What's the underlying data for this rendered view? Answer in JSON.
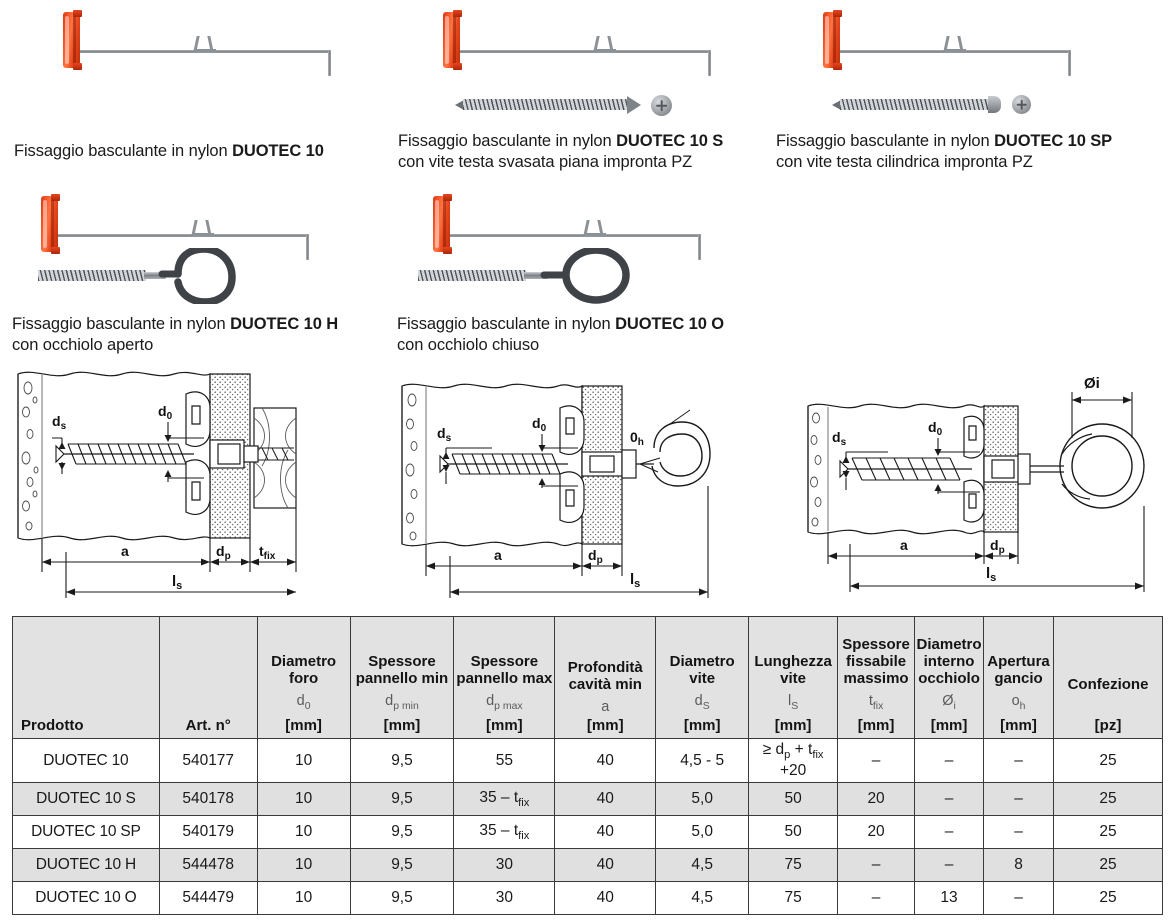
{
  "products": [
    {
      "id": "duotec-10",
      "caption_lines": [
        {
          "normal": "Fissaggio basculante in nylon ",
          "bold": "DUOTEC 10"
        }
      ],
      "photo": "toggle-anchor",
      "accessory": "none"
    },
    {
      "id": "duotec-10-s",
      "caption_lines": [
        {
          "normal": "Fissaggio basculante in nylon ",
          "bold": "DUOTEC 10 S"
        },
        {
          "normal": "con vite testa svasata piana impronta PZ",
          "bold": ""
        }
      ],
      "photo": "toggle-anchor",
      "accessory": "countersunk-screw"
    },
    {
      "id": "duotec-10-sp",
      "caption_lines": [
        {
          "normal": "Fissaggio basculante in nylon ",
          "bold": "DUOTEC 10 SP"
        },
        {
          "normal": "con vite testa cilindrica impronta PZ",
          "bold": ""
        }
      ],
      "photo": "toggle-anchor",
      "accessory": "pan-head-screw"
    },
    {
      "id": "duotec-10-h",
      "caption_lines": [
        {
          "normal": "Fissaggio basculante in nylon ",
          "bold": "DUOTEC 10 H"
        },
        {
          "normal": "con occhiolo aperto",
          "bold": ""
        }
      ],
      "photo": "toggle-anchor",
      "accessory": "open-hook"
    },
    {
      "id": "duotec-10-o",
      "caption_lines": [
        {
          "normal": "Fissaggio basculante in nylon ",
          "bold": "DUOTEC 10 O"
        },
        {
          "normal": "con occhiolo chiuso",
          "bold": ""
        }
      ],
      "photo": "toggle-anchor",
      "accessory": "closed-eyelet"
    }
  ],
  "captions": {
    "c1_l1_a": "Fissaggio basculante in nylon ",
    "c1_l1_b": "DUOTEC 10",
    "c2_l1_a": "Fissaggio basculante in nylon ",
    "c2_l1_b": "DUOTEC 10 S",
    "c2_l2": "con vite testa svasata piana impronta PZ",
    "c3_l1_a": "Fissaggio basculante in nylon ",
    "c3_l1_b": "DUOTEC 10 SP",
    "c3_l2": "con vite testa cilindrica impronta PZ",
    "c4_l1_a": "Fissaggio basculante in nylon ",
    "c4_l1_b": "DUOTEC 10 H",
    "c4_l2": "con occhiolo aperto",
    "c5_l1_a": "Fissaggio basculante in nylon ",
    "c5_l1_b": "DUOTEC 10 O",
    "c5_l2": "con occhiolo chiuso"
  },
  "diagrams": [
    {
      "id": "diagram-standard",
      "labels": [
        "d s",
        "d 0",
        "a",
        "d p",
        "t fix",
        "l s"
      ],
      "description": "sezione pannello con vite e tassello basculante e materiale da fissare"
    },
    {
      "id": "diagram-hook",
      "labels": [
        "d s",
        "d 0",
        "0 h",
        "a",
        "d p",
        "l s"
      ],
      "description": "sezione pannello con occhiolo aperto"
    },
    {
      "id": "diagram-eyelet",
      "labels": [
        "d s",
        "d 0",
        "Øi",
        "a",
        "d p",
        "l s"
      ],
      "description": "sezione pannello con occhiolo chiuso"
    }
  ],
  "table": {
    "columns": [
      {
        "title": "",
        "symbol": "",
        "unit": "Prodotto"
      },
      {
        "title": "",
        "symbol": "",
        "unit": "Art. n°"
      },
      {
        "title": "Diametro\nforo",
        "symbol": "d0",
        "unit": "[mm]"
      },
      {
        "title": "Spessore\npannello min",
        "symbol": "dp min",
        "unit": "[mm]"
      },
      {
        "title": "Spessore\npannello max",
        "symbol": "dp max",
        "unit": "[mm]"
      },
      {
        "title": "Profondità\ncavità min",
        "symbol": "a",
        "unit": "[mm]"
      },
      {
        "title": "Diametro\nvite",
        "symbol": "dS",
        "unit": "[mm]"
      },
      {
        "title": "Lunghezza\nvite",
        "symbol": "lS",
        "unit": "[mm]"
      },
      {
        "title": "Spessore\nfissabile\nmassimo",
        "symbol": "tfix",
        "unit": "[mm]"
      },
      {
        "title": "Diametro\ninterno\nocchiolo",
        "symbol": "Øi",
        "unit": "[mm]"
      },
      {
        "title": "Apertura\ngancio",
        "symbol": "oh",
        "unit": "[mm]"
      },
      {
        "title": "Confezione",
        "symbol": "",
        "unit": "[pz]"
      }
    ],
    "header_titles": {
      "prodotto": "Prodotto",
      "art": "Art. n°",
      "c3_l1": "Diametro",
      "c3_l2": "foro",
      "c4_l1": "Spessore",
      "c4_l2": "pannello min",
      "c5_l1": "Spessore",
      "c5_l2": "pannello max",
      "c6_l1": "Profondità",
      "c6_l2": "cavità min",
      "c7_l1": "Diametro",
      "c7_l2": "vite",
      "c8_l1": "Lunghezza",
      "c8_l2": "vite",
      "c9_l1": "Spessore",
      "c9_l2": "fissabile",
      "c9_l3": "massimo",
      "c10_l1": "Diametro",
      "c10_l2": "interno",
      "c10_l3": "occhiolo",
      "c11_l1": "Apertura",
      "c11_l2": "gancio",
      "c12_l1": "Confezione"
    },
    "header_units": {
      "u3": "[mm]",
      "u4": "[mm]",
      "u5": "[mm]",
      "u6": "[mm]",
      "u7": "[mm]",
      "u8": "[mm]",
      "u9": "[mm]",
      "u10": "[mm]",
      "u11": "[mm]",
      "u12": "[pz]"
    },
    "rows": [
      {
        "prodotto": "DUOTEC 10",
        "art": "540177",
        "d0": "10",
        "dp_min": "9,5",
        "dp_max": "55",
        "a": "40",
        "ds": "4,5 - 5",
        "ls_line1": "≥ dp + tfix",
        "ls_line2": "+20",
        "tfix": "–",
        "oi": "–",
        "oh": "–",
        "conf": "25",
        "shaded": false
      },
      {
        "prodotto": "DUOTEC 10 S",
        "art": "540178",
        "d0": "10",
        "dp_min": "9,5",
        "dp_max": "35 – tfix",
        "a": "40",
        "ds": "5,0",
        "ls": "50",
        "tfix": "20",
        "oi": "–",
        "oh": "–",
        "conf": "25",
        "shaded": true
      },
      {
        "prodotto": "DUOTEC 10 SP",
        "art": "540179",
        "d0": "10",
        "dp_min": "9,5",
        "dp_max": "35 – tfix",
        "a": "40",
        "ds": "5,0",
        "ls": "50",
        "tfix": "20",
        "oi": "–",
        "oh": "–",
        "conf": "25",
        "shaded": false
      },
      {
        "prodotto": "DUOTEC 10 H",
        "art": "544478",
        "d0": "10",
        "dp_min": "9,5",
        "dp_max": "30",
        "a": "40",
        "ds": "4,5",
        "ls": "75",
        "tfix": "–",
        "oi": "–",
        "oh": "8",
        "conf": "25",
        "shaded": true
      },
      {
        "prodotto": "DUOTEC 10 O",
        "art": "544479",
        "d0": "10",
        "dp_min": "9,5",
        "dp_max": "30",
        "a": "40",
        "ds": "4,5",
        "ls": "75",
        "tfix": "–",
        "oi": "13",
        "oh": "–",
        "conf": "25",
        "shaded": false
      }
    ]
  },
  "colors": {
    "anchor_red": "#e8461c",
    "header_bg": "#e2e2e2",
    "row_shade": "#e0e0e0",
    "border": "#3a3a3a",
    "metal": "#8c9196"
  }
}
